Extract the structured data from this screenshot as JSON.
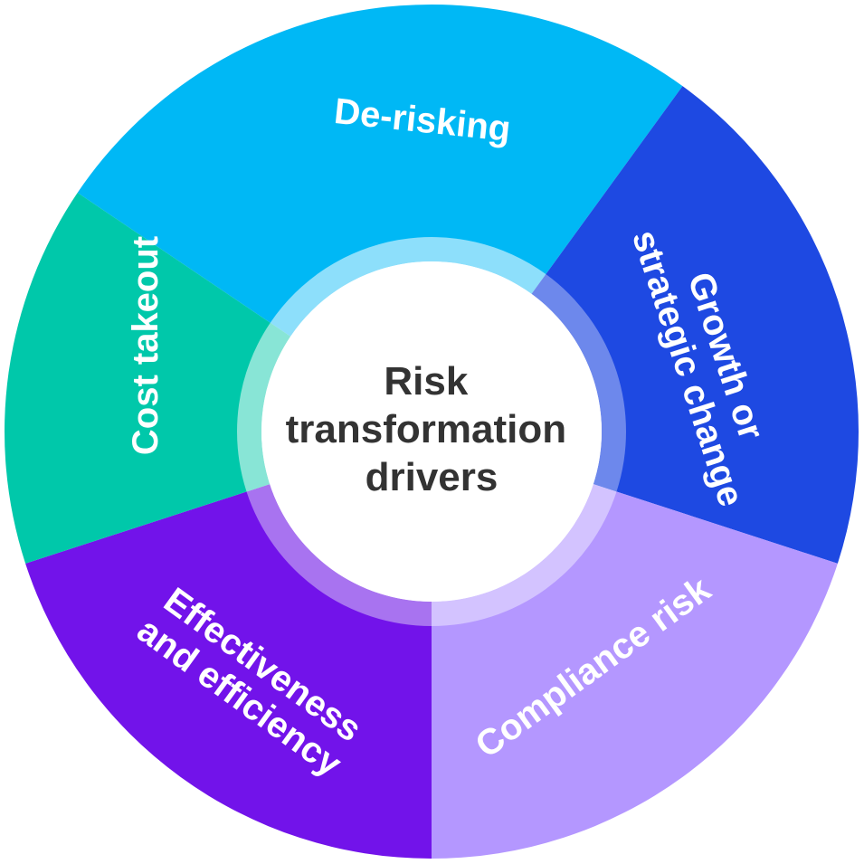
{
  "diagram": {
    "center_title_lines": [
      "Risk",
      "transformation",
      "drivers"
    ],
    "center_text_color": "#333333",
    "center_fill": "#ffffff",
    "segments": [
      {
        "id": "de-risking",
        "label_lines": [
          "De-risking"
        ],
        "color": "#00b8f5",
        "ring_color": "#8ddffb"
      },
      {
        "id": "growth",
        "label_lines": [
          "Growth or",
          "strategic change"
        ],
        "color": "#1e49e2",
        "ring_color": "#6d88ec"
      },
      {
        "id": "compliance",
        "label_lines": [
          "Compliance risk"
        ],
        "color": "#b497ff",
        "ring_color": "#d3c3ff"
      },
      {
        "id": "effectiveness",
        "label_lines": [
          "Effectiveness",
          "and efficiency"
        ],
        "color": "#7213ea",
        "ring_color": "#a873f0"
      },
      {
        "id": "cost",
        "label_lines": [
          "Cost takeout"
        ],
        "color": "#00c8aa",
        "ring_color": "#88e5d6"
      }
    ]
  }
}
